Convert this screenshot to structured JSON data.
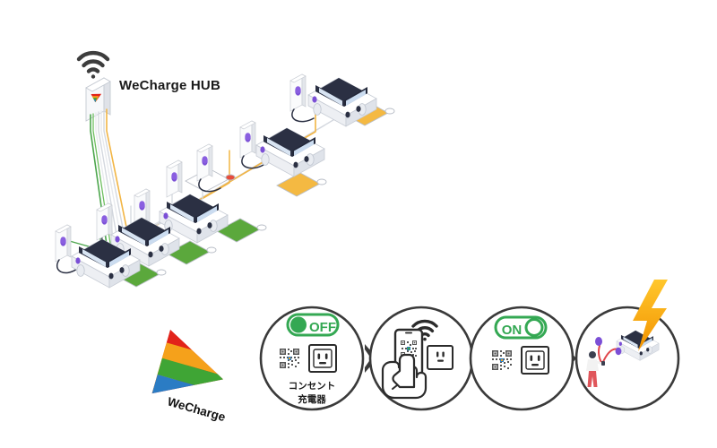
{
  "scene": {
    "hub": {
      "label": "WeCharge HUB",
      "wifi_icon": "wifi-icon",
      "logo_icon": "wecharge-triangle-logo"
    },
    "cable_colors": {
      "green": "#4CA64C",
      "gray": "#BFC4CC",
      "orange": "#F2B544",
      "white": "#E8EAEE"
    },
    "parking_markers": [
      {
        "id": "marker-1",
        "color": "#5BA83C"
      },
      {
        "id": "marker-2",
        "color": "#5BA83C"
      },
      {
        "id": "marker-3",
        "color": "#5BA83C"
      },
      {
        "id": "marker-4",
        "color": "#FFFFFF"
      },
      {
        "id": "marker-5",
        "color": "#F4B942"
      },
      {
        "id": "marker-6",
        "color": "#F4B942"
      }
    ],
    "vehicles_count": 5,
    "charger_posts_count": 7,
    "vehicle_colors": {
      "body": "#F4F5F8",
      "roof": "#2B3043",
      "glass": "#D8E4F2",
      "connector": "#7B4FD6"
    }
  },
  "brand": {
    "logo_word": "WeCharge",
    "stripes": [
      "#E2231A",
      "#F5A11B",
      "#3FA535",
      "#2B7CC4",
      "#1B4F9C"
    ]
  },
  "flow": {
    "steps": [
      {
        "id": "step-off",
        "toggle_label": "OFF",
        "toggle_state": "off",
        "toggle_color": "#34A853",
        "icons": [
          "qr-code-icon",
          "power-outlet-icon"
        ],
        "captions": [
          "コンセント",
          "充電器"
        ]
      },
      {
        "id": "step-scan",
        "toggle_label": "",
        "toggle_state": "",
        "toggle_color": "",
        "icons": [
          "wifi-icon",
          "smartphone-scan-icon",
          "hand-icon",
          "power-outlet-icon"
        ],
        "captions": []
      },
      {
        "id": "step-on",
        "toggle_label": "ON",
        "toggle_state": "on",
        "toggle_color": "#34A853",
        "icons": [
          "qr-code-icon",
          "power-outlet-icon"
        ],
        "captions": []
      },
      {
        "id": "step-charging",
        "toggle_label": "",
        "toggle_state": "",
        "toggle_color": "",
        "icons": [
          "lightning-bolt-icon",
          "person-icon",
          "ev-car-icon",
          "charging-cable-icon"
        ],
        "captions": []
      }
    ],
    "separator_icon": "chevron-right-icon",
    "bolt_color": "#F5A623",
    "circle_stroke": "#3A3A3A"
  }
}
